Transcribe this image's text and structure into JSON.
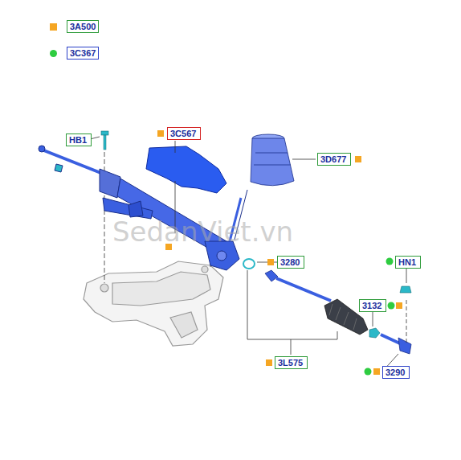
{
  "diagram": {
    "nodes": [
      {
        "text": [
          "HB1"
        ]
      },
      {
        "text": [
          "3C567"
        ]
      },
      {
        "text": [
          "3D677"
        ]
      },
      {
        "text": [
          "3280"
        ]
      },
      {
        "text": [
          "HN1"
        ]
      },
      {
        "text": [
          "3132"
        ]
      },
      {
        "text": [
          "3L575"
        ]
      },
      {
        "text": [
          "3290"
        ]
      }
    ],
    "labels": [
      "SedanViet.vn"
    ],
    "legend": [
      {
        "text": "3A500",
        "color": "#f5a623"
      },
      {
        "text": "3C367",
        "color": "#2ecc40"
      }
    ]
  }
}
